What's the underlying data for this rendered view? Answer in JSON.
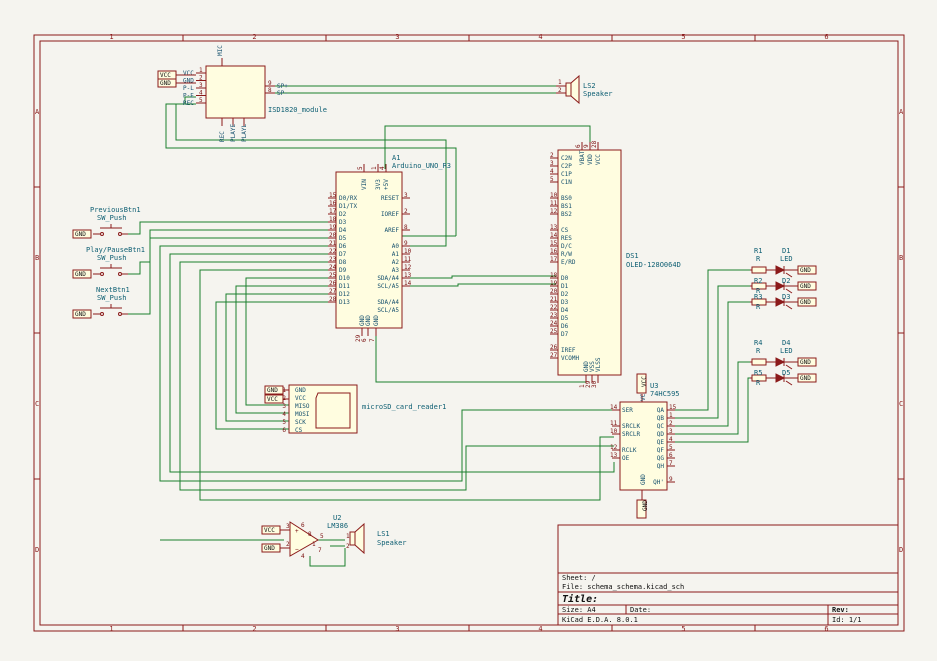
{
  "sheet": {
    "col_labels": [
      "1",
      "2",
      "3",
      "4",
      "5",
      "6"
    ],
    "row_labels": [
      "A",
      "B",
      "C",
      "D"
    ]
  },
  "title_block": {
    "sheet": "Sheet: /",
    "file": "File: schema_schema.kicad_sch",
    "title": "Title:",
    "size": "Size: A4",
    "date": "Date:",
    "rev": "Rev:",
    "tool": "KiCad E.D.A. 8.0.1",
    "id": "Id: 1/1"
  },
  "components": {
    "isd": {
      "value": "ISD1820_module",
      "pins_left": [
        "VCC",
        "GND",
        "P-L",
        "P-E",
        "REC"
      ],
      "pins_right": [
        "SP+",
        "SP-"
      ],
      "pins_bottom": [
        "REC",
        "PLAYE",
        "PLAYL"
      ],
      "pin_top": "MIC",
      "nums_left": [
        "1",
        "2",
        "3",
        "4",
        "5"
      ],
      "nums_right": [
        "9",
        "8"
      ]
    },
    "ls2": {
      "ref": "LS2",
      "value": "Speaker",
      "nums": [
        "1",
        "2"
      ]
    },
    "arduino": {
      "ref": "A1",
      "value": "Arduino_UNO_R3",
      "left_pins": [
        "D0/RX",
        "D1/TX",
        "D2",
        "D3",
        "D4",
        "D5",
        "D6",
        "D7",
        "D8",
        "D9",
        "D10",
        "D11",
        "D12",
        "D13"
      ],
      "left_nums": [
        "15",
        "16",
        "17",
        "18",
        "19",
        "20",
        "21",
        "22",
        "23",
        "24",
        "25",
        "26",
        "27",
        "28"
      ],
      "right_pins": [
        "RESET",
        "IOREF",
        "AREF",
        "A0",
        "A1",
        "A2",
        "A3",
        "SDA/A4",
        "SCL/A5",
        "SDA/A4",
        "SCL/A5"
      ],
      "right_nums": [
        "3",
        "2",
        "8",
        "9",
        "10",
        "11",
        "12",
        "13",
        "14"
      ],
      "top_pins": [
        "VIN",
        "3V3",
        "+5V"
      ],
      "top_nums": [
        "5",
        "1",
        "4"
      ],
      "bottom_pins": [
        "GND",
        "GND",
        "GND"
      ],
      "bottom_nums": [
        "29",
        "6",
        "7"
      ]
    },
    "oled": {
      "ref": "DS1",
      "value": "OLED-128O064D",
      "left_pins": [
        "C2N",
        "C2P",
        "C1P",
        "C1N",
        "BS0",
        "BS1",
        "BS2",
        "CS",
        "RES",
        "D/C",
        "R/W",
        "E/RD",
        "D0",
        "D1",
        "D2",
        "D3",
        "D4",
        "D5",
        "D6",
        "D7",
        "IREF",
        "VCOMH"
      ],
      "left_nums": [
        "2",
        "3",
        "4",
        "5",
        "10",
        "11",
        "12",
        "13",
        "14",
        "15",
        "16",
        "17",
        "18",
        "19",
        "20",
        "21",
        "22",
        "23",
        "24",
        "25",
        "26",
        "27"
      ],
      "top_pins": [
        "VBAT",
        "VDD",
        "VCC"
      ],
      "top_nums": [
        "6",
        "9",
        "28"
      ],
      "bottom_pins": [
        "GND",
        "VSS",
        "VLSS"
      ],
      "bottom_nums": [
        "1",
        "29",
        "30"
      ]
    },
    "sd": {
      "value": "microSD_card_reader1",
      "pins": [
        "GND",
        "VCC",
        "MISO",
        "MOSI",
        "SCK",
        "CS"
      ],
      "nums": [
        "1",
        "2",
        "3",
        "4",
        "5",
        "6"
      ]
    },
    "sr": {
      "ref": "U3",
      "value": "74HC595",
      "left_pins": [
        "SER",
        "SRCLK",
        "SRCLR",
        "RCLK",
        "OE"
      ],
      "left_nums": [
        "14",
        "11",
        "10",
        "12",
        "13"
      ],
      "right_pins": [
        "QA",
        "QB",
        "QC",
        "QD",
        "QE",
        "QF",
        "QG",
        "QH",
        "QH'"
      ],
      "right_nums": [
        "15",
        "1",
        "2",
        "3",
        "4",
        "5",
        "6",
        "7",
        "9"
      ],
      "top_pin": "VCC",
      "top_num": "16",
      "bottom_pin": "GND",
      "bottom_num": "8"
    },
    "amp": {
      "ref": "U2",
      "value": "LM386",
      "nums": [
        "3",
        "2",
        "6",
        "4",
        "5",
        "8",
        "1",
        "7"
      ]
    },
    "ls1": {
      "ref": "LS1",
      "value": "Speaker",
      "nums": [
        "1",
        "2"
      ]
    },
    "btn_prev": {
      "ref": "PreviousBtn1",
      "value": "SW_Push"
    },
    "btn_play": {
      "ref": "Play/PauseBtn1",
      "value": "SW_Push"
    },
    "btn_next": {
      "ref": "NextBtn1",
      "value": "SW_Push"
    },
    "leds": [
      {
        "r_ref": "R1",
        "r_val": "R",
        "d_ref": "D1",
        "d_val": "LED"
      },
      {
        "r_ref": "R2",
        "r_val": "R",
        "d_ref": "D2",
        "d_val": "LED"
      },
      {
        "r_ref": "R3",
        "r_val": "R",
        "d_ref": "D3",
        "d_val": "LED"
      },
      {
        "r_ref": "R4",
        "r_val": "R",
        "d_ref": "D4",
        "d_val": "LED"
      },
      {
        "r_ref": "R5",
        "r_val": "R",
        "d_ref": "D5",
        "d_val": "LED"
      }
    ]
  },
  "power": {
    "vcc": "VCC",
    "gnd": "GND"
  }
}
